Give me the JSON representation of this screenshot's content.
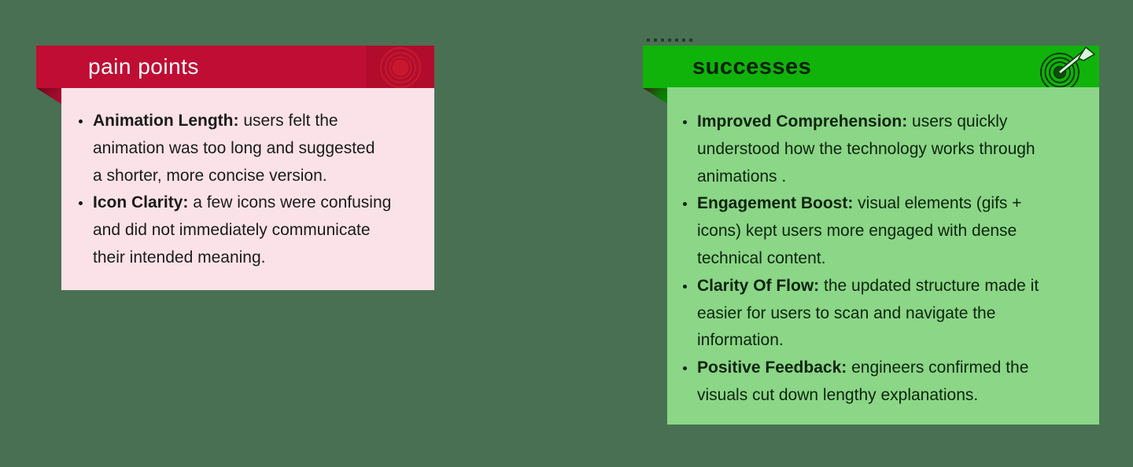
{
  "page": {
    "background_color": "#4A7053"
  },
  "pain_points": {
    "title": "pain points",
    "header_color": "#BF0D33",
    "body_color": "#FBE2E8",
    "title_color": "#FFFFFF",
    "icon": "target-rings-icon",
    "bullets": [
      {
        "label": "Animation Length:",
        "text": " users felt the\nanimation was too long and suggested\na shorter, more concise version."
      },
      {
        "label": "Icon Clarity:",
        "text": " a few icons were confusing\nand did not immediately communicate\ntheir intended meaning."
      }
    ]
  },
  "successes": {
    "title": "successes",
    "header_color": "#0FB30A",
    "body_color": "#8BD687",
    "title_color": "#062006",
    "icon": "dartboard-arrow-icon",
    "bullets": [
      {
        "label": "Improved Comprehension:",
        "text": " users quickly\nunderstood how the technology works through\nanimations ."
      },
      {
        "label": "Engagement Boost:",
        "text": " visual elements (gifs +\nicons) kept users more engaged with dense\ntechnical content."
      },
      {
        "label": "Clarity Of Flow:",
        "text": " the updated structure made it\neasier for users to scan and navigate the\ninformation."
      },
      {
        "label": "Positive Feedback:",
        "text": " engineers confirmed the\nvisuals cut down lengthy explanations."
      }
    ]
  }
}
